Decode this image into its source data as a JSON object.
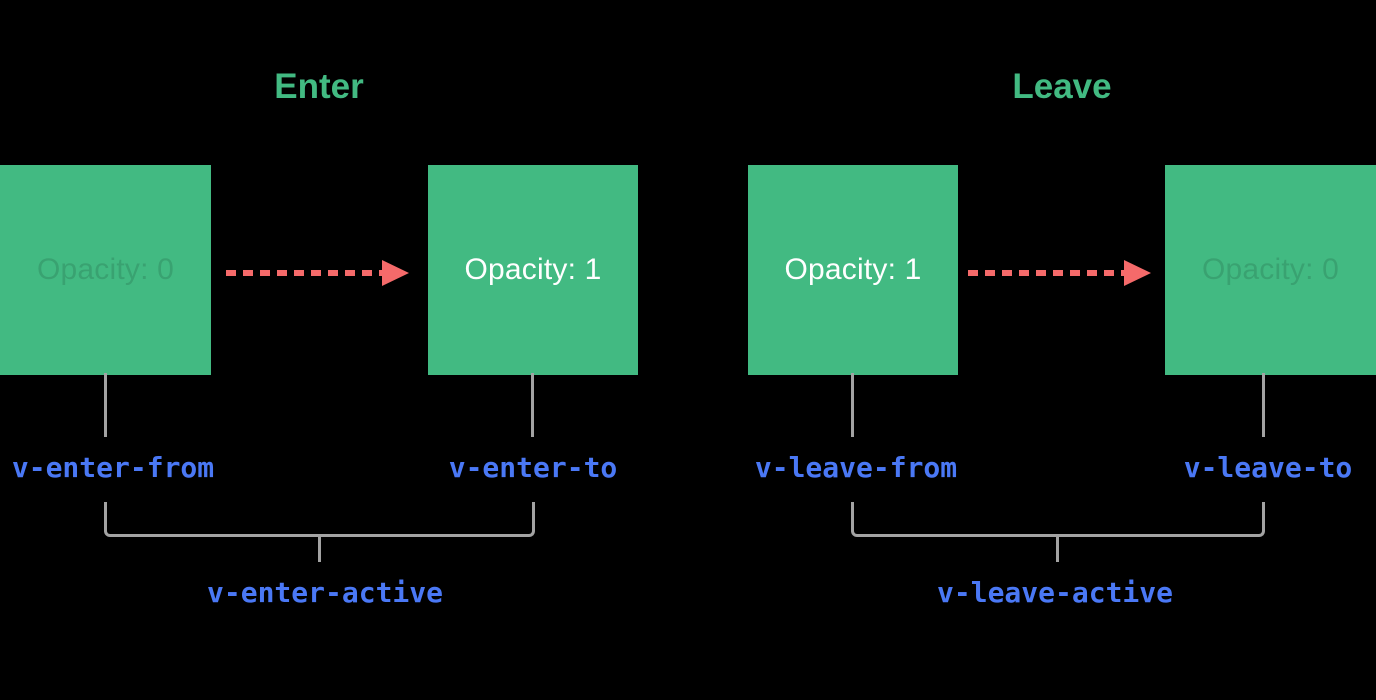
{
  "diagram": {
    "background": "#000000",
    "colors": {
      "box_green": "#42ba82",
      "title_green": "#42ba82",
      "class_blue": "#4a78f5",
      "arrow_salmon": "#f56a6a",
      "connector_gray": "#a3a3a3",
      "opacity_text_white": "#ffffff"
    },
    "enter": {
      "title": "Enter",
      "box_from": {
        "opacity_label": "Opacity: 0",
        "class_label": "v-enter-from"
      },
      "box_to": {
        "opacity_label": "Opacity: 1",
        "class_label": "v-enter-to"
      },
      "active_label": "v-enter-active"
    },
    "leave": {
      "title": "Leave",
      "box_from": {
        "opacity_label": "Opacity: 1",
        "class_label": "v-leave-from"
      },
      "box_to": {
        "opacity_label": "Opacity: 0",
        "class_label": "v-leave-to"
      },
      "active_label": "v-leave-active"
    }
  }
}
